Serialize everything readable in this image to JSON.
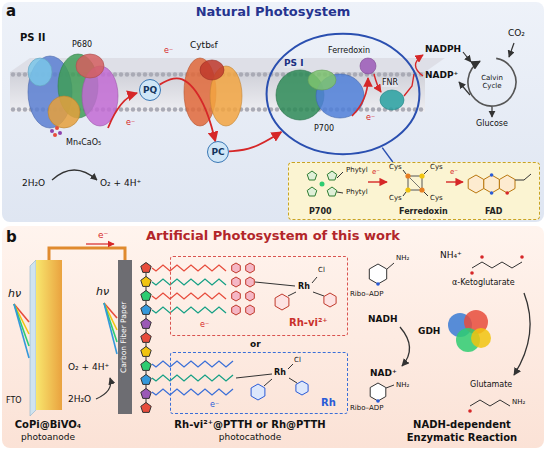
{
  "diagram": {
    "nodes": [
      {
        "text": [
          "Natural Photosystem"
        ]
      },
      {
        "text": [
          "PQ"
        ],
        "in": 0
      },
      {
        "text": [
          "PC"
        ],
        "in": 0
      },
      {
        "text": [
          "PS I"
        ],
        "in": 0
      },
      {
        "text": [
          "P700",
          "Ferredoxin",
          "FAD"
        ],
        "in": 0
      },
      {
        "text": [
          "Artificial Photosystem of this work"
        ]
      },
      {
        "text": [
          "Rh-vi²⁺"
        ],
        "in": 5
      },
      {
        "text": [
          "Rh"
        ],
        "in": 5
      }
    ],
    "edges": [
      {
        "from": 1,
        "to": 2,
        "arrow": "to"
      },
      {
        "from": 2,
        "to": 3,
        "arrow": "to"
      },
      {
        "from": 3,
        "to": 4,
        "arrow": "none"
      }
    ],
    "labels": [
      "a",
      "PS II",
      "P680",
      "Mn₄CaO₅",
      "2H₂O",
      "O₂ + 4H⁺",
      "e⁻",
      "e⁻",
      "Cytb₆f",
      "P700",
      "e⁻",
      "Ferredoxin",
      "FNR",
      "NADPH",
      "NADP⁺",
      "CO₂",
      "Calvin Cycle",
      "Glucose",
      "Phytyl",
      "Phytyl",
      "Cys",
      "Cys",
      "Cys",
      "Cys",
      "e⁻",
      "e⁻",
      "b",
      "e⁻",
      "hν",
      "hν",
      "FTO",
      "Carbon Fiber Paper",
      "O₂ + 4H⁺",
      "2H₂O",
      "CoPi@BiVO₄",
      "photoanode",
      "or",
      "Rh-vi²⁺@PTTH or Rh@PTTH",
      "photocathode",
      "e⁻",
      "e⁻",
      "NADH-dependent",
      "Enzymatic Reaction",
      "NH₄⁺",
      "α-Ketoglutarate",
      "GDH",
      "Glutamate",
      "NADH",
      "NAD⁺",
      "Ribo–ADP",
      "Ribo–ADP",
      "NH₂",
      "NH₂",
      "NH₂",
      "Rh",
      "Cl",
      "Rh",
      "Cl"
    ]
  }
}
